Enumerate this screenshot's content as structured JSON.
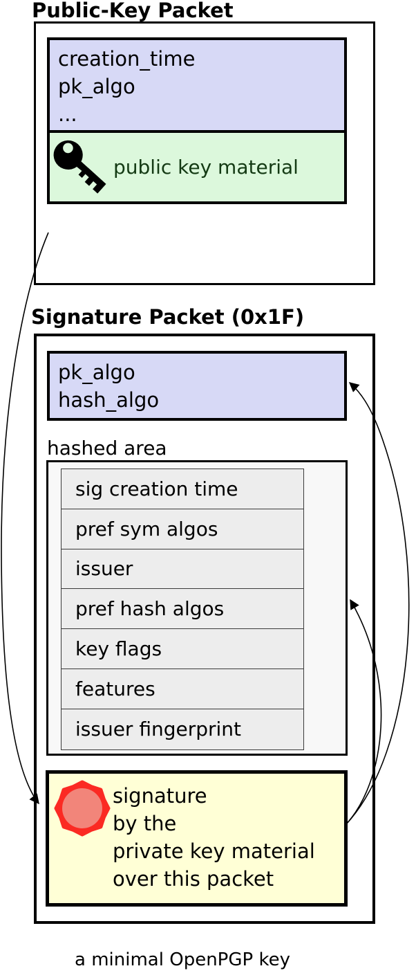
{
  "diagram": {
    "caption": "a minimal OpenPGP key",
    "public_key_packet": {
      "title": "Public-Key Packet",
      "header_fields": [
        "creation_time",
        "pk_algo",
        "..."
      ],
      "material": {
        "label": "public key material",
        "icon": "key-icon"
      }
    },
    "signature_packet": {
      "title": "Signature Packet (0x1F)",
      "header_fields": [
        "pk_algo",
        "hash_algo"
      ],
      "hashed_area": {
        "label": "hashed area",
        "subpackets": [
          "sig creation time",
          "pref sym algos",
          "issuer",
          "pref hash algos",
          "key flags",
          "features",
          "issuer fingerprint"
        ]
      },
      "signature": {
        "icon": "seal-icon",
        "lines": [
          "signature",
          "by the",
          "private key material",
          "over this packet"
        ]
      }
    },
    "arrows": [
      "public-key-packet-to-signature",
      "signature-to-pk-hash-algo-header",
      "signature-to-hashed-area"
    ],
    "colors": {
      "header_fill": "#d7d9f6",
      "material_fill": "#dcf8dc",
      "material_text": "#143a14",
      "hashed_fill": "#f8f8f8",
      "row_fill": "#ededed",
      "signature_fill": "#ffffd6",
      "seal_ring": "#fb2a23",
      "seal_fill": "#f2857a"
    }
  }
}
